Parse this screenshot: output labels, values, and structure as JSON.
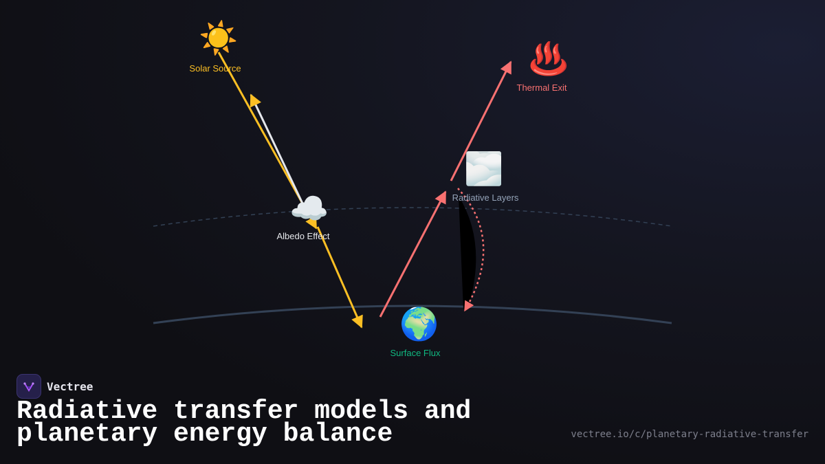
{
  "diagram": {
    "nodes": [
      {
        "id": "solar",
        "icon": "sun-icon",
        "glyph": "☀️",
        "label": "Solar Source",
        "color": "#fbbf24"
      },
      {
        "id": "thermal",
        "icon": "hot-springs-icon",
        "glyph": "♨️",
        "label": "Thermal Exit",
        "color": "#f87171"
      },
      {
        "id": "layers",
        "icon": "fog-icon",
        "glyph": "🌫️",
        "label": "Radiative Layers",
        "color": "#94a3b8"
      },
      {
        "id": "albedo",
        "icon": "cloud-icon",
        "glyph": "☁️",
        "label": "Albedo Effect",
        "color": "#e5e7eb"
      },
      {
        "id": "surface",
        "icon": "globe-icon",
        "glyph": "🌍",
        "label": "Surface Flux",
        "color": "#10b981"
      }
    ],
    "colors": {
      "shortwave": "#fbbf24",
      "reflected": "#e5e7eb",
      "longwave": "#f87171",
      "atmosphere_boundary": "#334155",
      "surface_line": "#334155"
    }
  },
  "brand": {
    "name": "Vectree",
    "logo_icon": "vectree-logo-icon"
  },
  "title": "Radiative transfer models and planetary energy balance",
  "url": "vectree.io/c/planetary-radiative-transfer"
}
